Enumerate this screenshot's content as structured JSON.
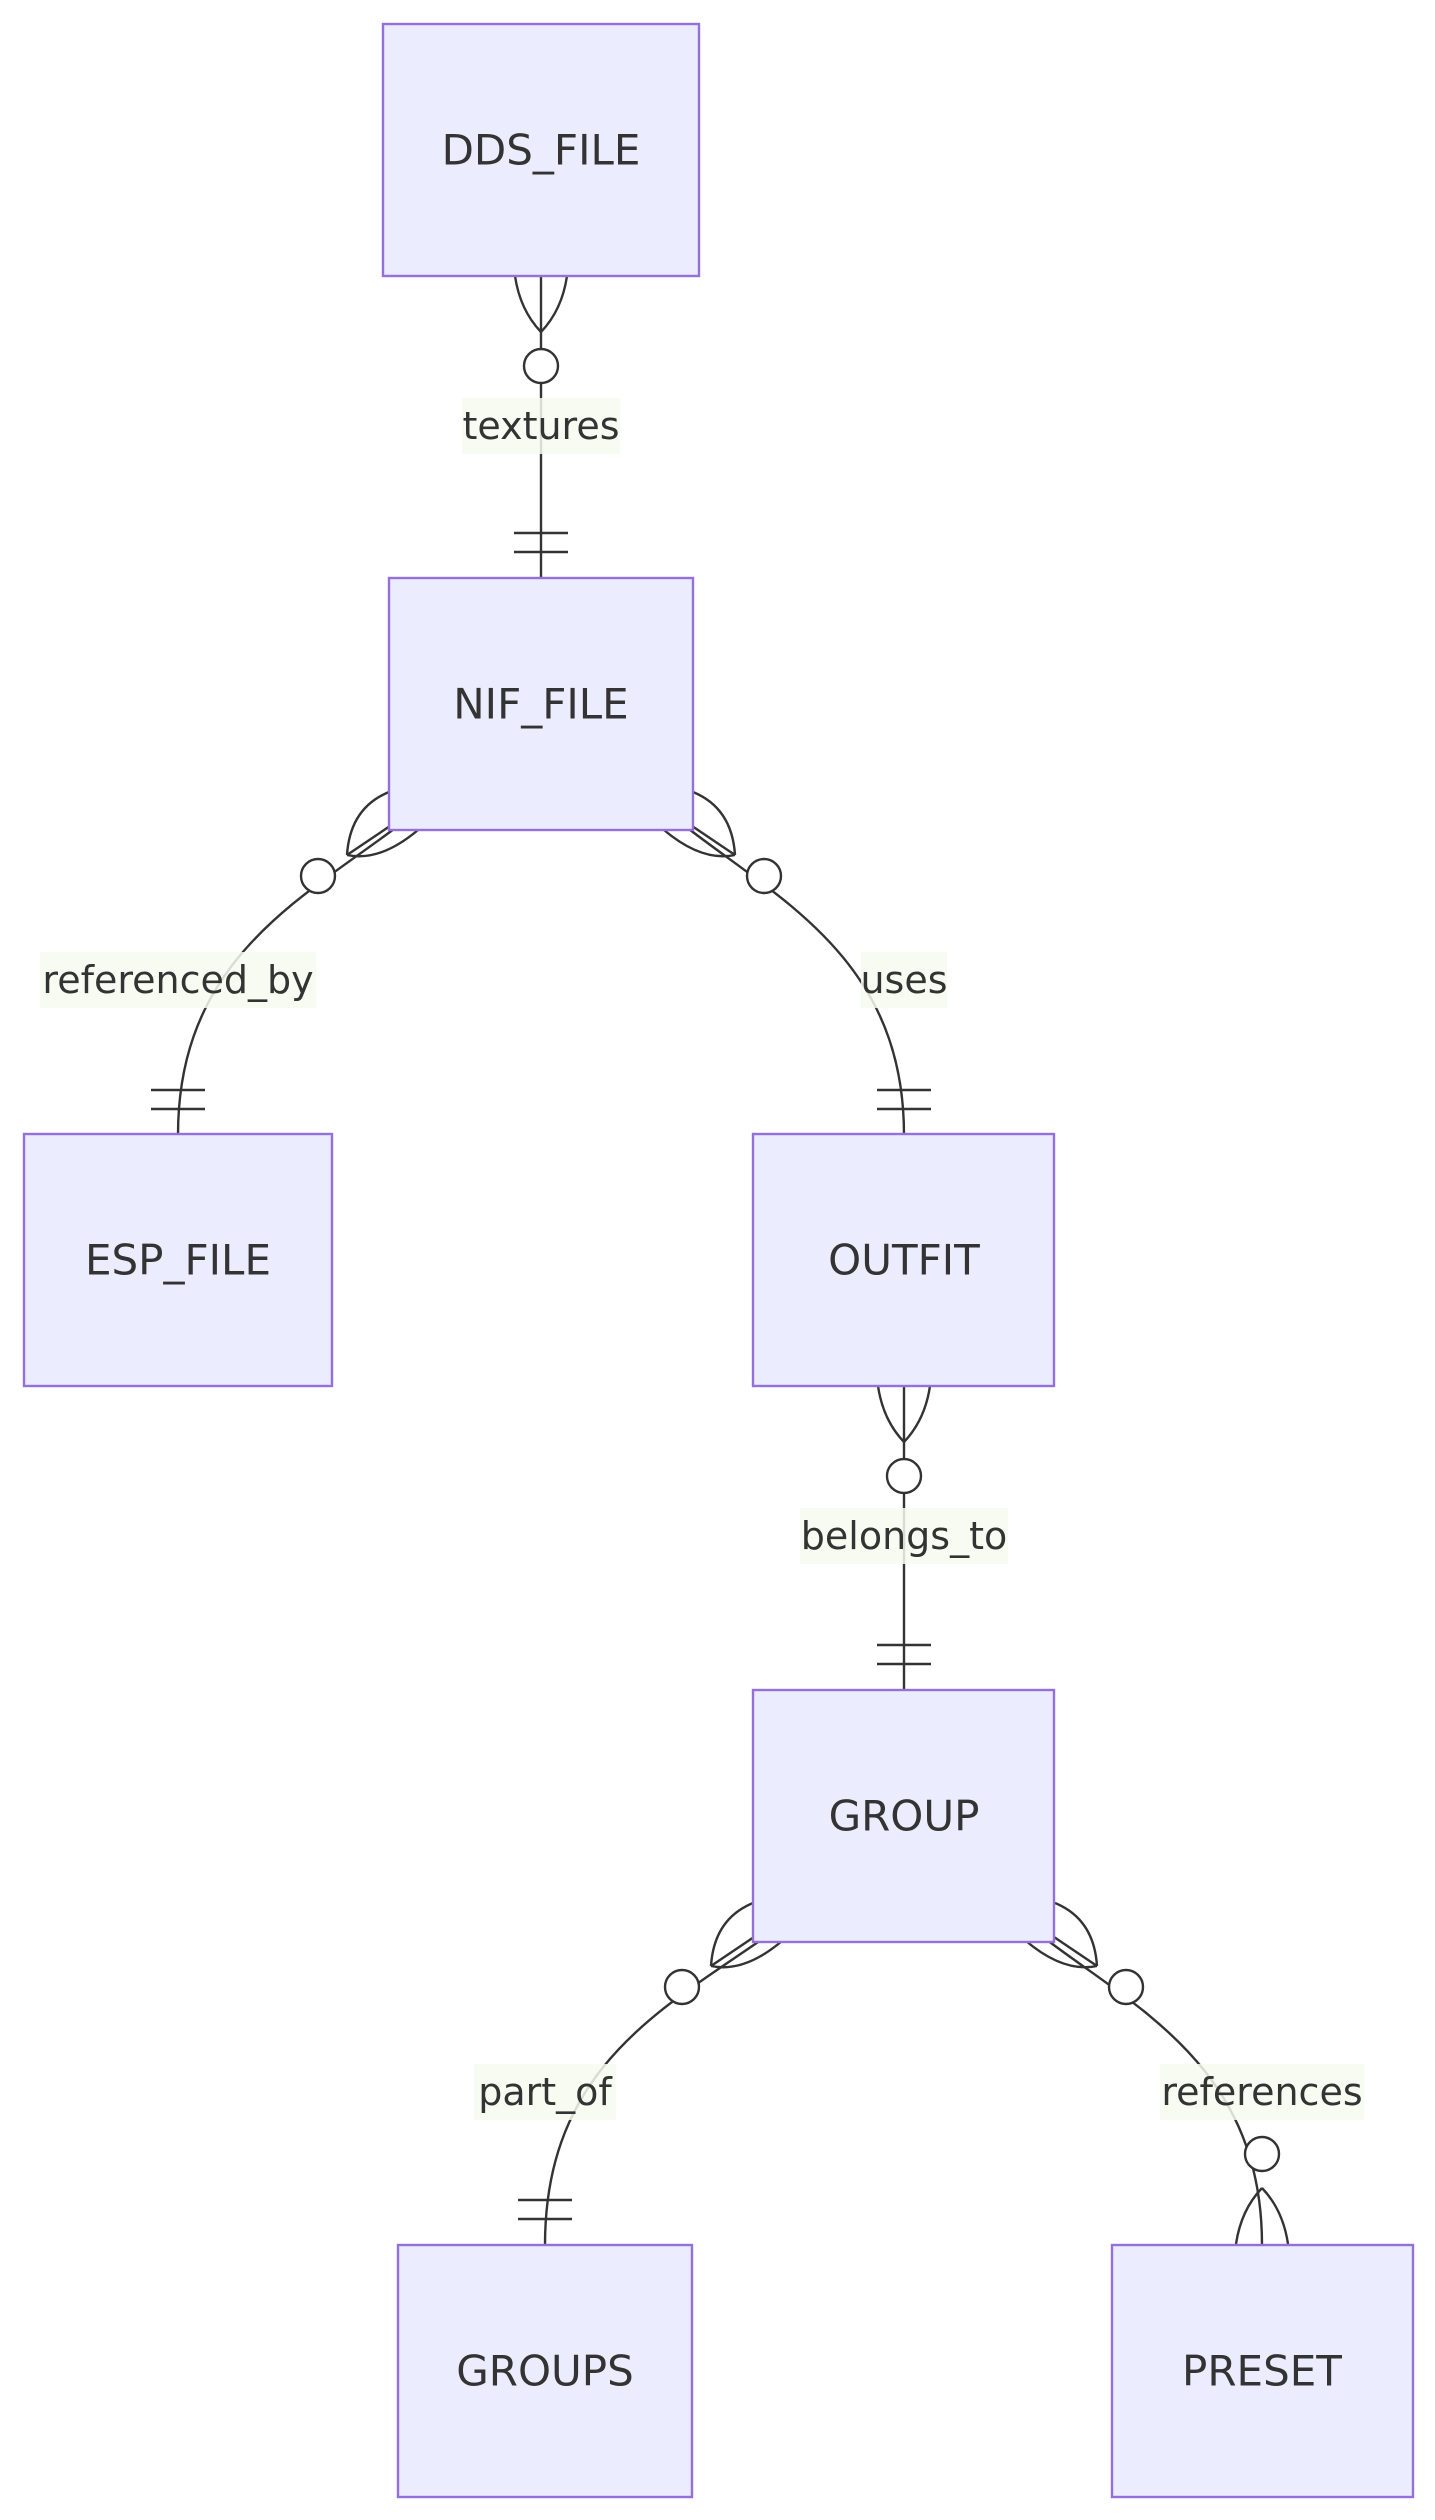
{
  "entities": [
    {
      "id": "dds",
      "name": "DDS_FILE"
    },
    {
      "id": "nif",
      "name": "NIF_FILE"
    },
    {
      "id": "esp",
      "name": "ESP_FILE"
    },
    {
      "id": "outfit",
      "name": "OUTFIT"
    },
    {
      "id": "group",
      "name": "GROUP"
    },
    {
      "id": "groups",
      "name": "GROUPS"
    },
    {
      "id": "preset",
      "name": "PRESET"
    }
  ],
  "relationships": [
    {
      "from": "nif",
      "to": "dds",
      "label": "textures",
      "from_card": "exactly-one",
      "to_card": "zero-or-more"
    },
    {
      "from": "esp",
      "to": "nif",
      "label": "referenced_by",
      "from_card": "exactly-one",
      "to_card": "zero-or-more"
    },
    {
      "from": "outfit",
      "to": "nif",
      "label": "uses",
      "from_card": "exactly-one",
      "to_card": "zero-or-more"
    },
    {
      "from": "group",
      "to": "outfit",
      "label": "belongs_to",
      "from_card": "exactly-one",
      "to_card": "zero-or-more"
    },
    {
      "from": "groups",
      "to": "group",
      "label": "part_of",
      "from_card": "exactly-one",
      "to_card": "zero-or-more"
    },
    {
      "from": "group",
      "to": "preset",
      "label": "references",
      "from_card": "zero-or-more",
      "to_card": "zero-or-more"
    }
  ],
  "colors": {
    "entity_fill": "#ECECFF",
    "entity_stroke": "#9370DB",
    "line": "#333333",
    "label_background": "#F7FAF0"
  }
}
